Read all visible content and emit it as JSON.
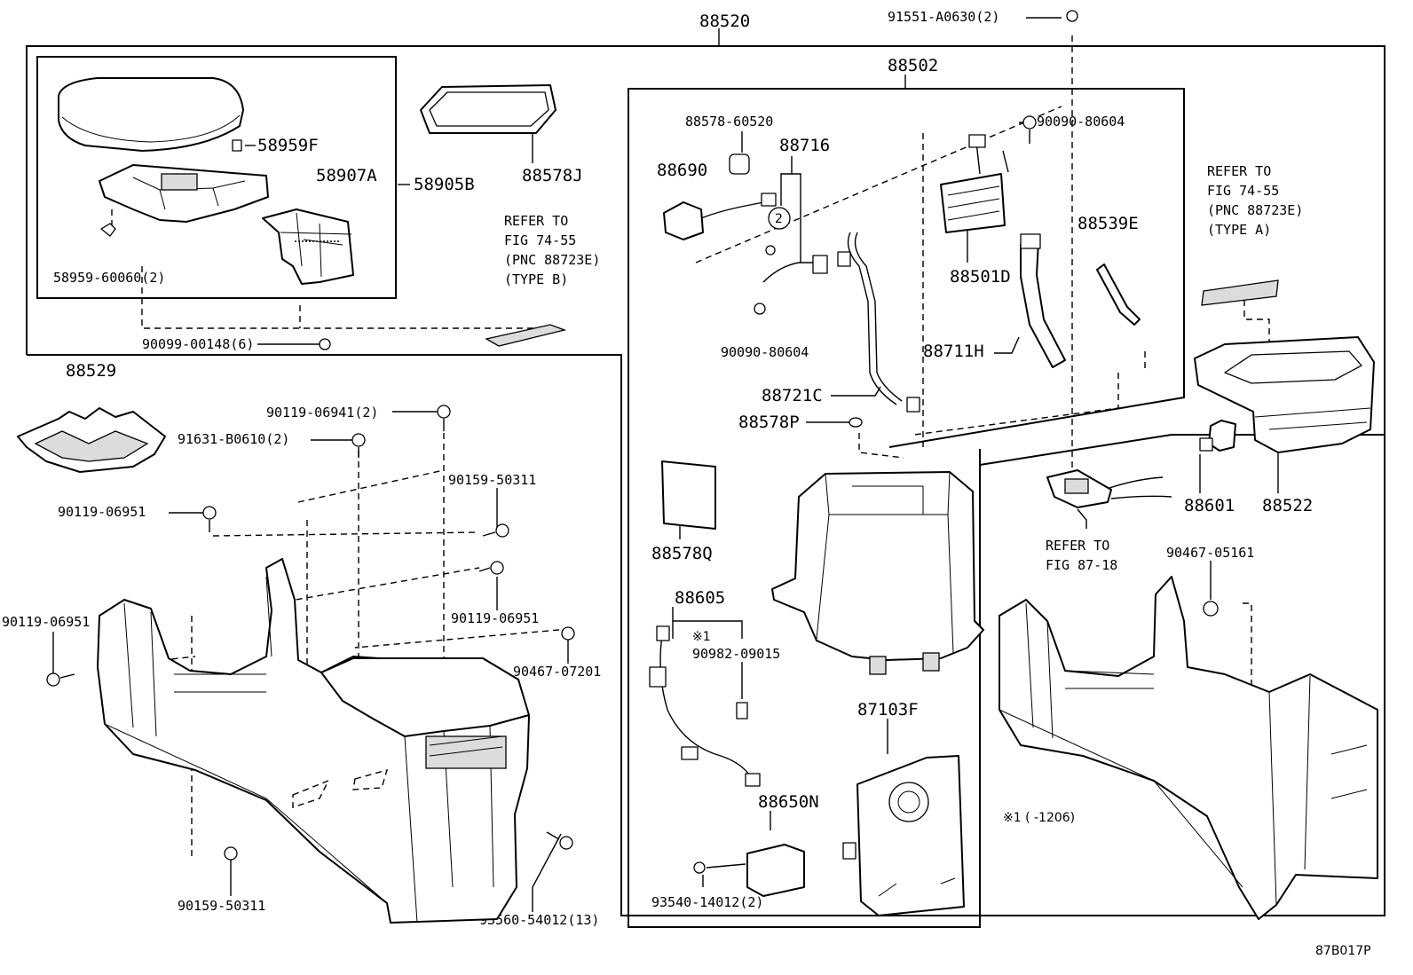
{
  "diagram": {
    "drawing_code": "87B017P",
    "labels": {
      "l88520": "88520",
      "l91551": "91551-A0630(2)",
      "l88502": "88502",
      "l58959F": "58959F",
      "l58907A": "58907A",
      "l58905B": "58905B",
      "l88578J": "88578J",
      "l5895960060": "58959-60060(2)",
      "l9009900148": "90099-00148(6)",
      "l88529": "88529",
      "l9011906941": "90119-06941(2)",
      "l91631": "91631-B0610(2)",
      "l9015950311a": "90159-50311",
      "l9011906951a": "90119-06951",
      "l9011906951b": "90119-06951",
      "l9011906951c": "90119-06951",
      "l9046707201": "90467-07201",
      "l9015950311b": "90159-50311",
      "l9356054012": "93560-54012(13)",
      "l8857860520": "88578-60520",
      "l88716": "88716",
      "l88690": "88690",
      "l9009080604a": "90090-80604",
      "l9009080604b": "90090-80604",
      "l88501D": "88501D",
      "l88539E": "88539E",
      "l88711H": "88711H",
      "l88721C": "88721C",
      "l88578P": "88578P",
      "l88578Q": "88578Q",
      "l88605": "88605",
      "l9098209015": "90982-09015",
      "l87103F": "87103F",
      "l88650N": "88650N",
      "l9354014012": "93540-14012(2)",
      "l88601": "88601",
      "l88522": "88522",
      "l9046705161": "90467-05161",
      "circle_2": "2",
      "note_mark": "※1",
      "note_range": "※1 (     -1206)"
    },
    "references": {
      "type_b": [
        "REFER TO",
        "FIG 74-55",
        "(PNC 88723E)",
        "(TYPE B)"
      ],
      "type_a": [
        "REFER TO",
        "FIG 74-55",
        "(PNC 88723E)",
        "(TYPE A)"
      ],
      "fig_87": [
        "REFER TO",
        "FIG 87-18"
      ]
    }
  }
}
